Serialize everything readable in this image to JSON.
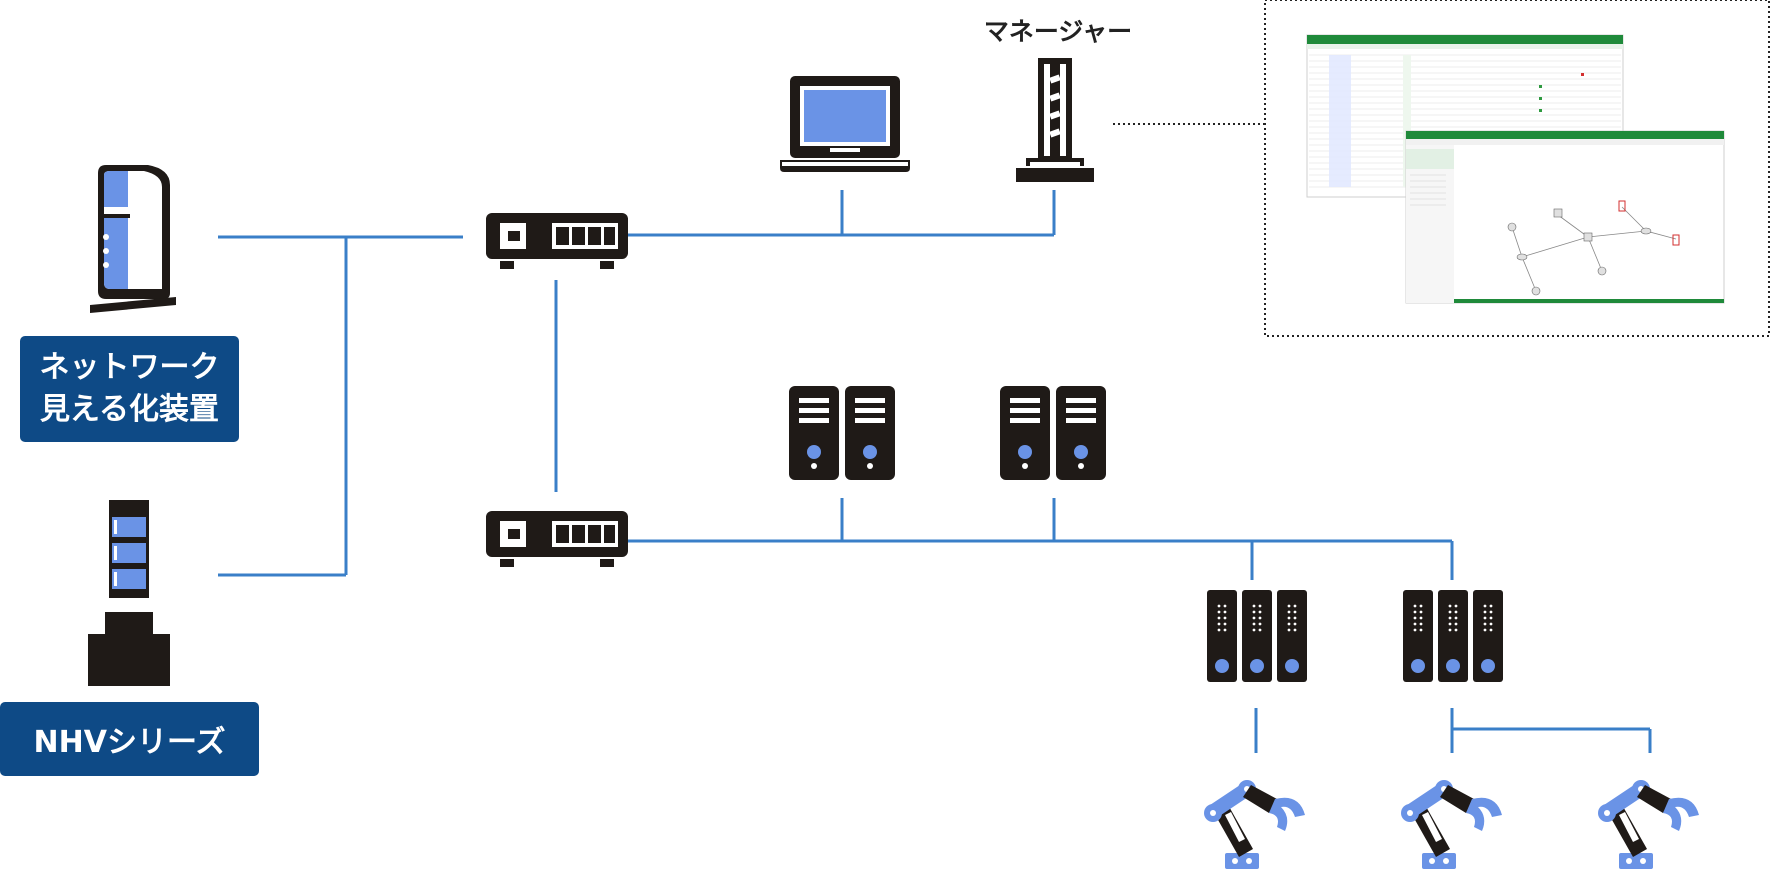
{
  "labels": {
    "visualizer_line1": "ネットワーク",
    "visualizer_line2": "見える化装置",
    "nhv_series": "NHVシリーズ",
    "manager": "マネージャー"
  },
  "colors": {
    "line_blue": "#3a7fc8",
    "icon_dark": "#1f1a17",
    "icon_blue": "#6a93e6",
    "label_bg": "#0e4a86",
    "app_green": "#1f8a3a"
  },
  "icons": {
    "visualizer_device": "tower-appliance-icon",
    "nhv_device": "signal-tower-icon",
    "switch": "network-switch-icon",
    "laptop": "laptop-icon",
    "manager": "tower-server-icon",
    "server_pair": "server-pair-icon",
    "plc": "plc-unit-icon",
    "robot": "robot-arm-icon"
  }
}
